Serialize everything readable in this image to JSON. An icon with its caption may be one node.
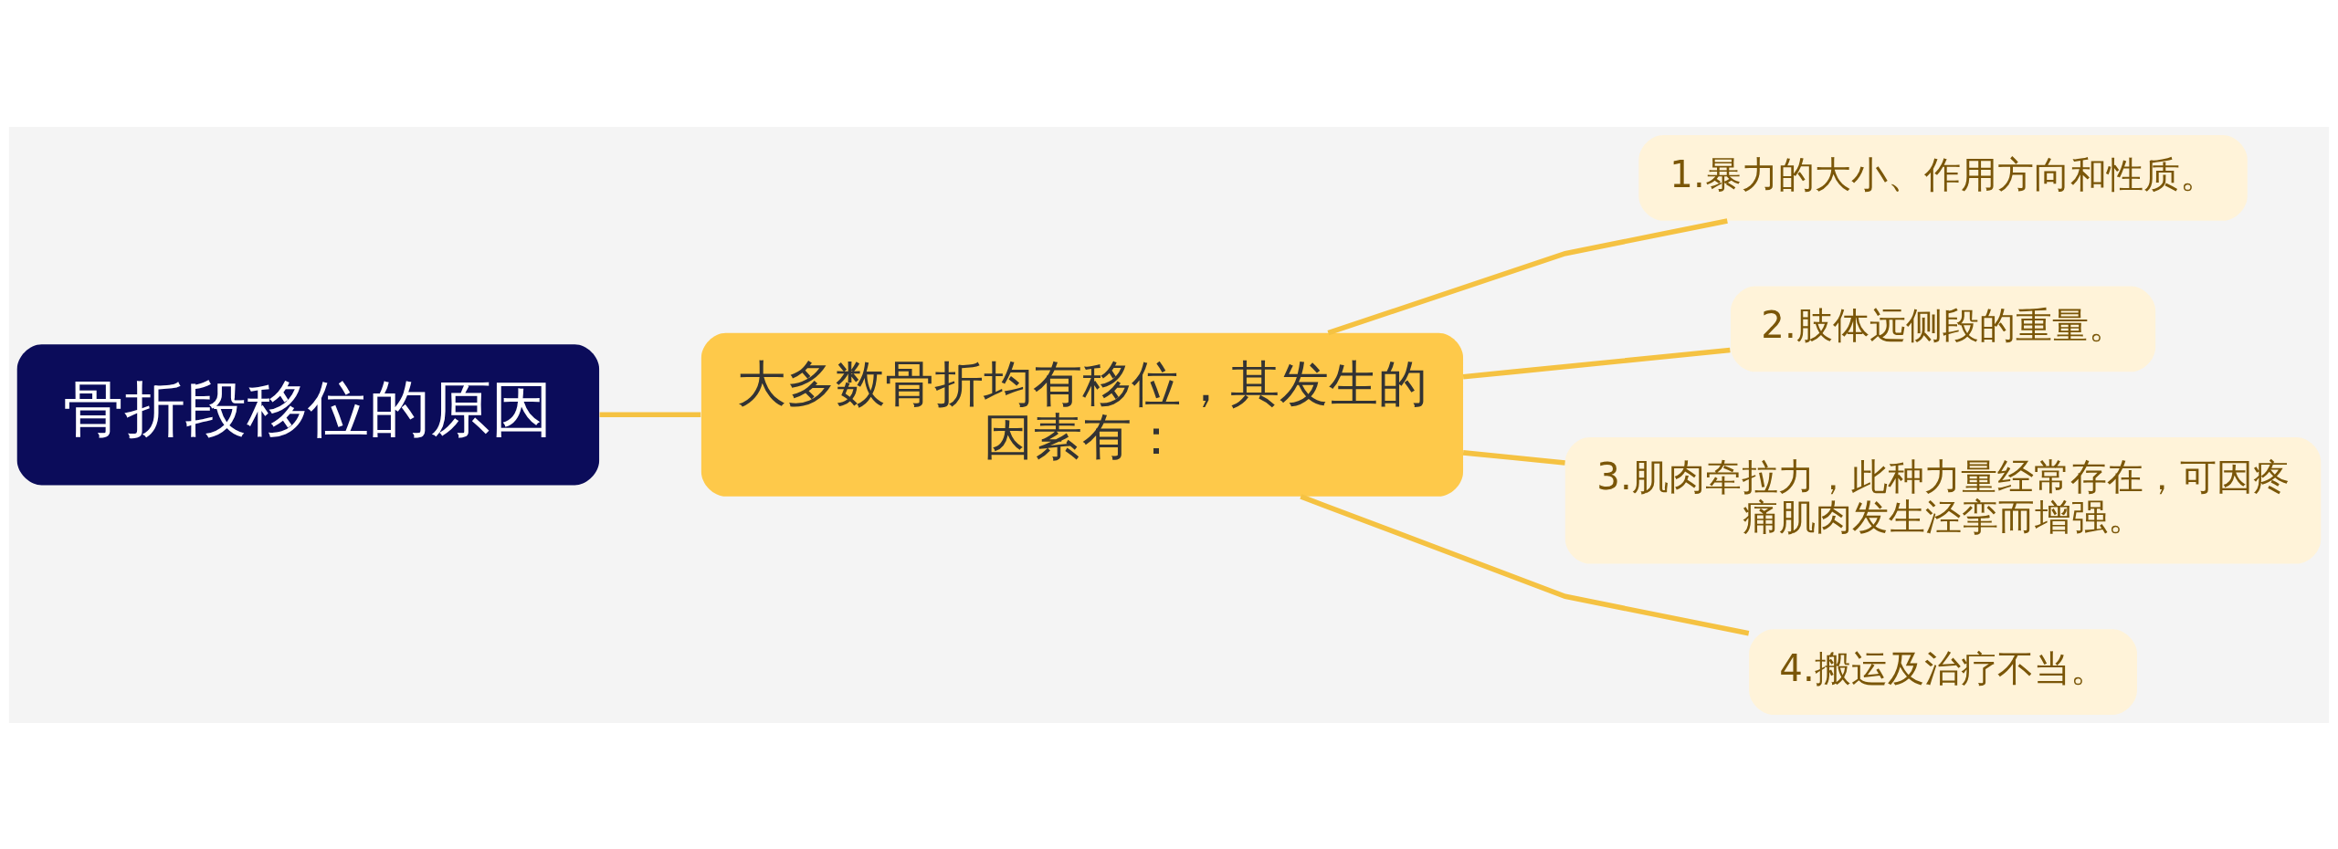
{
  "diagram": {
    "nodes": [
      {
        "text": [
          "骨折段移位的原因"
        ]
      },
      {
        "text": [
          "大多数骨折均有移位，其发生的因素有："
        ]
      },
      {
        "text": [
          "1.暴力的大小、作用方向和性质。"
        ]
      },
      {
        "text": [
          "2.肢体远侧段的重量。"
        ]
      },
      {
        "text": [
          "3.肌肉牵拉力，此种力量经常存在，可因疼痛肌肉发生泾挛而增强。"
        ]
      },
      {
        "text": [
          "4.搬运及治疗不当。"
        ]
      }
    ],
    "edges": [
      {
        "from": 0,
        "to": 1,
        "arrow": "none"
      },
      {
        "from": 1,
        "to": 2,
        "arrow": "none"
      },
      {
        "from": 1,
        "to": 3,
        "arrow": "none"
      },
      {
        "from": 1,
        "to": 4,
        "arrow": "none"
      },
      {
        "from": 1,
        "to": 5,
        "arrow": "none"
      }
    ]
  }
}
